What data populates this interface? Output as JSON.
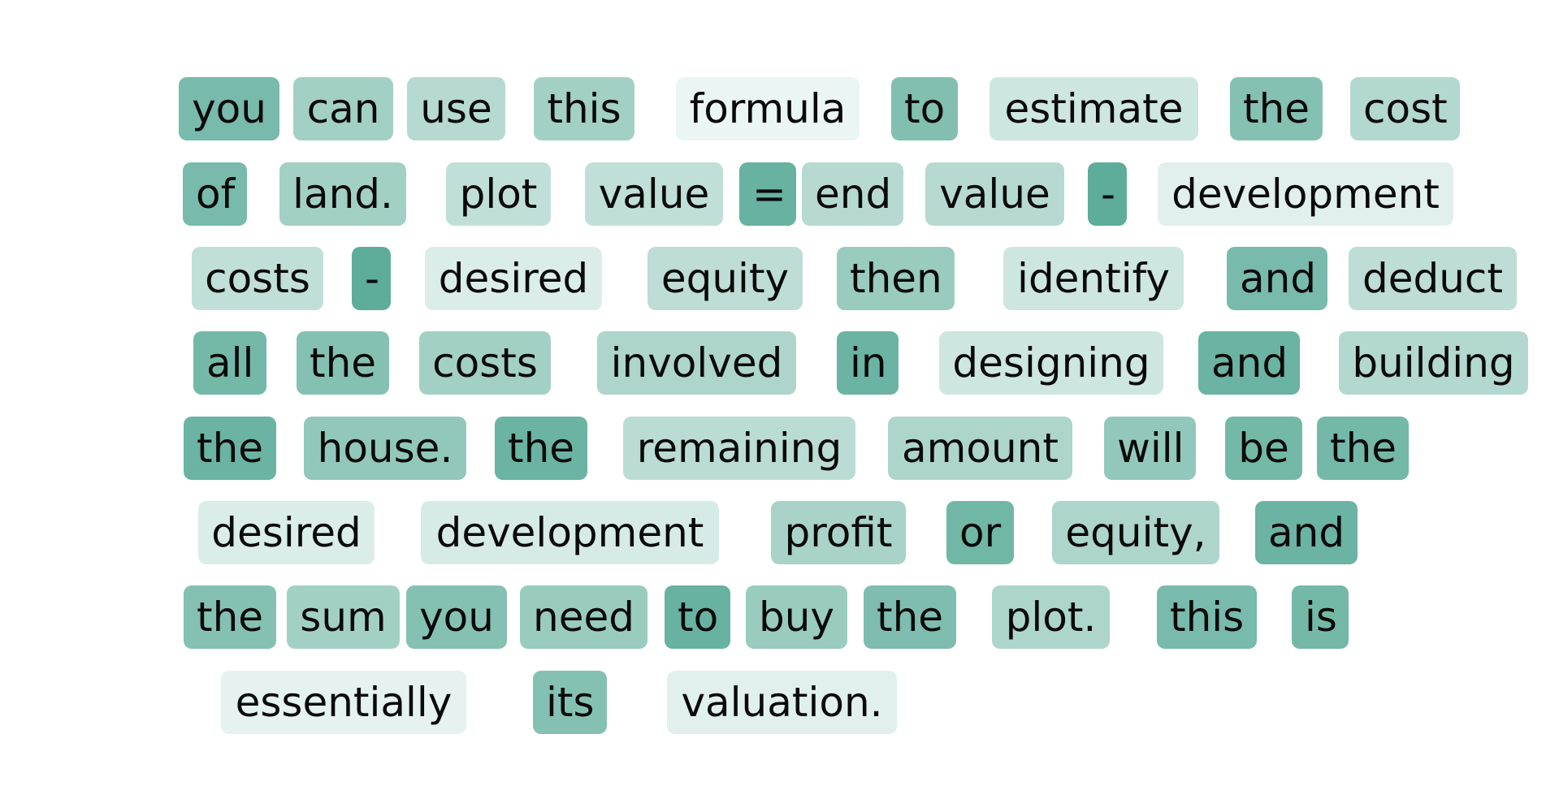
{
  "highlight_color": "#5aab98",
  "tokens": [
    {
      "text": "you",
      "weight": 0.82
    },
    {
      "text": "can",
      "weight": 0.56
    },
    {
      "text": "use",
      "weight": 0.44
    },
    {
      "text": "this",
      "weight": 0.56
    },
    {
      "text": "formula",
      "weight": 0.12
    },
    {
      "text": "to",
      "weight": 0.76
    },
    {
      "text": "estimate",
      "weight": 0.3
    },
    {
      "text": "the",
      "weight": 0.74
    },
    {
      "text": "cost",
      "weight": 0.46
    },
    {
      "text": "of",
      "weight": 0.82
    },
    {
      "text": "land.",
      "weight": 0.56
    },
    {
      "text": "plot",
      "weight": 0.38
    },
    {
      "text": "value",
      "weight": 0.38
    },
    {
      "text": "=",
      "weight": 0.92
    },
    {
      "text": "end",
      "weight": 0.44
    },
    {
      "text": "value",
      "weight": 0.44
    },
    {
      "text": "-",
      "weight": 0.98
    },
    {
      "text": "development",
      "weight": 0.18
    },
    {
      "text": "costs",
      "weight": 0.38
    },
    {
      "text": "-",
      "weight": 0.98
    },
    {
      "text": "desired",
      "weight": 0.22
    },
    {
      "text": "equity",
      "weight": 0.4
    },
    {
      "text": "then",
      "weight": 0.62
    },
    {
      "text": "identify",
      "weight": 0.3
    },
    {
      "text": "and",
      "weight": 0.82
    },
    {
      "text": "deduct",
      "weight": 0.4
    },
    {
      "text": "all",
      "weight": 0.84
    },
    {
      "text": "the",
      "weight": 0.74
    },
    {
      "text": "costs",
      "weight": 0.56
    },
    {
      "text": "involved",
      "weight": 0.5
    },
    {
      "text": "in",
      "weight": 0.9
    },
    {
      "text": "designing",
      "weight": 0.3
    },
    {
      "text": "and",
      "weight": 0.9
    },
    {
      "text": "building",
      "weight": 0.46
    },
    {
      "text": "the",
      "weight": 0.9
    },
    {
      "text": "house.",
      "weight": 0.66
    },
    {
      "text": "the",
      "weight": 0.9
    },
    {
      "text": "remaining",
      "weight": 0.42
    },
    {
      "text": "amount",
      "weight": 0.5
    },
    {
      "text": "will",
      "weight": 0.66
    },
    {
      "text": "be",
      "weight": 0.84
    },
    {
      "text": "the",
      "weight": 0.84
    },
    {
      "text": "desired",
      "weight": 0.22
    },
    {
      "text": "development",
      "weight": 0.24
    },
    {
      "text": "profit",
      "weight": 0.52
    },
    {
      "text": "or",
      "weight": 0.86
    },
    {
      "text": "equity,",
      "weight": 0.5
    },
    {
      "text": "and",
      "weight": 0.9
    },
    {
      "text": "the",
      "weight": 0.74
    },
    {
      "text": "sum",
      "weight": 0.56
    },
    {
      "text": "you",
      "weight": 0.74
    },
    {
      "text": "need",
      "weight": 0.62
    },
    {
      "text": "to",
      "weight": 0.92
    },
    {
      "text": "buy",
      "weight": 0.62
    },
    {
      "text": "the",
      "weight": 0.78
    },
    {
      "text": "plot.",
      "weight": 0.5
    },
    {
      "text": "this",
      "weight": 0.82
    },
    {
      "text": "is",
      "weight": 0.84
    },
    {
      "text": "essentially",
      "weight": 0.16
    },
    {
      "text": "its",
      "weight": 0.74
    },
    {
      "text": "valuation.",
      "weight": 0.18
    }
  ]
}
